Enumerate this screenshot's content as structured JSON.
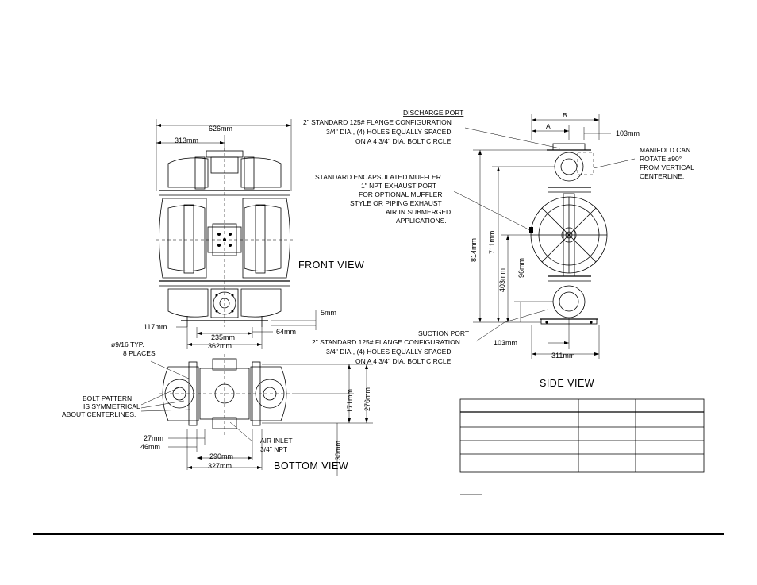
{
  "dimensions": {
    "width_626": "626mm",
    "width_313": "313mm",
    "height_814": "814mm",
    "height_711": "711mm",
    "height_403": "403mm",
    "height_96": "96mm",
    "side_103_top": "103mm",
    "side_103_bottom": "103mm",
    "side_311": "311mm",
    "front_117": "117mm",
    "front_235": "235mm",
    "front_362": "362mm",
    "front_64": "64mm",
    "front_5": "5mm",
    "bottom_171": "171mm",
    "bottom_276": "276mm",
    "bottom_130": "130mm",
    "bottom_27": "27mm",
    "bottom_46": "46mm",
    "bottom_290": "290mm",
    "bottom_327": "327mm"
  },
  "letters": {
    "a": "A",
    "b": "B"
  },
  "notes": {
    "discharge_port": [
      "DISCHARGE PORT",
      "2\" STANDARD 125# FLANGE CONFIGURATION",
      "3/4\" DIA., (4) HOLES EQUALLY SPACED",
      "ON A 4 3/4\" DIA. BOLT CIRCLE."
    ],
    "muffler": [
      "STANDARD ENCAPSULATED MUFFLER",
      "1\" NPT EXHAUST PORT",
      "FOR OPTIONAL MUFFLER",
      "STYLE OR PIPING EXHAUST",
      "AIR IN SUBMERGED",
      "APPLICATIONS."
    ],
    "manifold": [
      "MANIFOLD CAN",
      "ROTATE ±90°",
      "FROM VERTICAL",
      "CENTERLINE."
    ],
    "suction_port": [
      "SUCTION PORT",
      "2\" STANDARD 125# FLANGE CONFIGURATION",
      "3/4\" DIA., (4) HOLES EQUALLY SPACED",
      "ON A 4 3/4\" DIA. BOLT CIRCLE."
    ],
    "holes": [
      "ø9/16 TYP.",
      "8 PLACES"
    ],
    "bolt_pattern": [
      "BOLT PATTERN",
      "IS SYMMETRICAL",
      "ABOUT CENTERLINES."
    ],
    "air_inlet": [
      "AIR INLET",
      "3/4\" NPT"
    ]
  },
  "views": {
    "front": "FRONT  VIEW",
    "side": "SIDE  VIEW",
    "bottom": "BOTTOM  VIEW"
  },
  "table": {
    "rows": 5,
    "cols": 3
  }
}
